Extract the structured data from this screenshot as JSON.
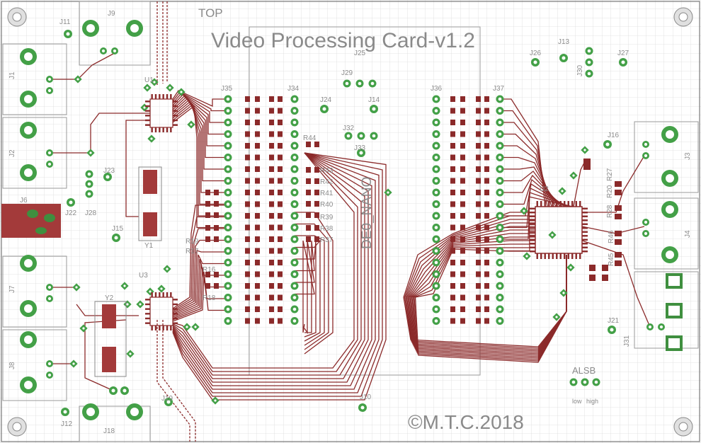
{
  "board": {
    "layer_label": "TOP",
    "title": "Video Processing Card-v1.2",
    "copyright": "©M.T.C.2018",
    "module_label": "DE0_NANO",
    "jumper_label": "ALSB",
    "jumper_sub_left": "low",
    "jumper_sub_right": "high"
  },
  "colors": {
    "background": "#ffffff",
    "grid": "#d9d9d9",
    "copper": "#8b2a2a",
    "pad": "#43a047",
    "silk": "#8c8c8c"
  },
  "designators": {
    "J1": "J1",
    "J2": "J2",
    "J3": "J3",
    "J4": "J4",
    "J6": "J6",
    "J7": "J7",
    "J8": "J8",
    "J9": "J9",
    "J10": "J10",
    "J11": "J11",
    "J12": "J12",
    "J13": "J13",
    "J14": "J14",
    "J15": "J15",
    "J16": "J16",
    "J18": "J18",
    "J19": "J19",
    "J21": "J21",
    "J22": "J22",
    "J23": "J23",
    "J24": "J24",
    "J25": "J25",
    "J26": "J26",
    "J27": "J27",
    "J28": "J28",
    "J29": "J29",
    "J30": "J30",
    "J31": "J31",
    "J32": "J32",
    "J33": "J33",
    "J34": "J34",
    "J35": "J35",
    "J36": "J36",
    "J37": "J37",
    "U1": "U1",
    "U2": "U2",
    "U3": "U3",
    "Y1": "Y1",
    "Y2": "Y2",
    "R18": "R18",
    "R17": "R17",
    "R16": "R16",
    "R19": "R19",
    "R20": "R20",
    "R27": "R27",
    "R28": "R28",
    "R37": "R37",
    "R38": "R38",
    "R39": "R39",
    "R40": "R40",
    "R41": "R41",
    "R42": "R42",
    "R43": "R43",
    "R44": "R44",
    "R45": "R45",
    "R46": "R46"
  }
}
